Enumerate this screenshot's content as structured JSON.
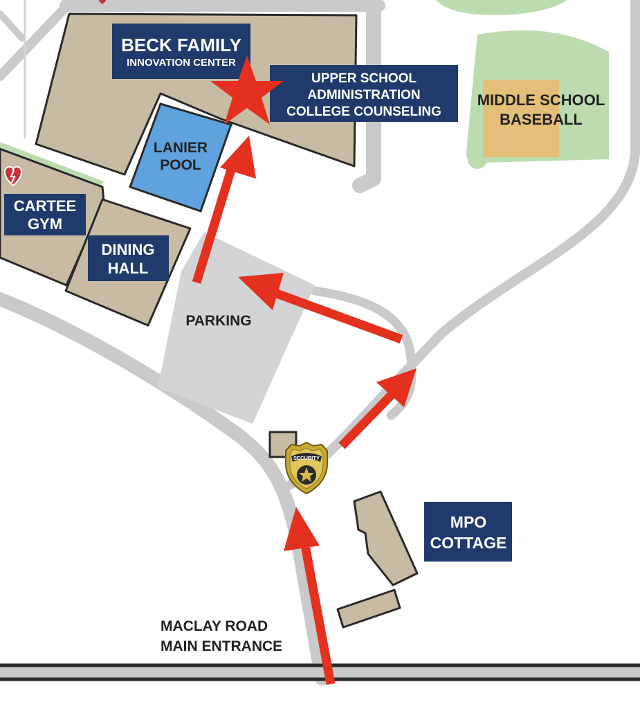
{
  "labels": {
    "beck_line1": "BECK FAMILY",
    "beck_line2": "INNOVATION CENTER",
    "upper_line1": "UPPER SCHOOL",
    "upper_line2": "ADMINISTRATION",
    "upper_line3": "COLLEGE COUNSELING",
    "baseball_line1": "MIDDLE SCHOOL",
    "baseball_line2": "BASEBALL",
    "pool_line1": "LANIER",
    "pool_line2": "POOL",
    "gym_line1": "CARTEE",
    "gym_line2": "GYM",
    "dining_line1": "DINING",
    "dining_line2": "HALL",
    "parking": "PARKING",
    "security": "SECURITY",
    "mpo_line1": "MPO",
    "mpo_line2": "COTTAGE",
    "entrance_line1": "MACLAY ROAD",
    "entrance_line2": "MAIN ENTRANCE"
  },
  "colors": {
    "building": "#c7bba3",
    "pool": "#5ea3dd",
    "grass": "#bcdcb0",
    "infield": "#e3bf7a",
    "road": "#c9cacc",
    "parking": "#d3d4d6",
    "label_box": "#1f3a6b",
    "route": "#e4311f",
    "destination_star": "#e4311f",
    "badge": "#c9a935"
  },
  "icons": [
    "destination-star-icon",
    "security-badge-icon",
    "heart-defibrillator-icon",
    "route-arrow-icon"
  ]
}
